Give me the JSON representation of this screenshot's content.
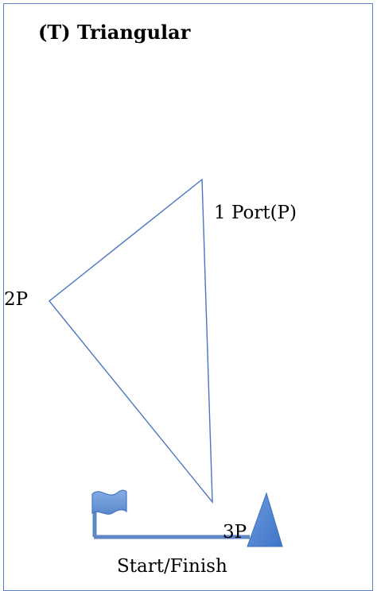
{
  "title": "(T) Triangular",
  "marks": {
    "mark1_label": "1 Port(P)",
    "mark2_label": "2P",
    "mark3_label": "3P"
  },
  "start_finish_label": "Start/Finish",
  "colors": {
    "line": "#4a76c0",
    "frame": "#5b82c3",
    "flag_fill": "#6d98d6",
    "buoy_fill": "#4f84d4",
    "start_line": "#5e86c4"
  },
  "icons": [
    "flag-icon",
    "buoy-icon"
  ]
}
